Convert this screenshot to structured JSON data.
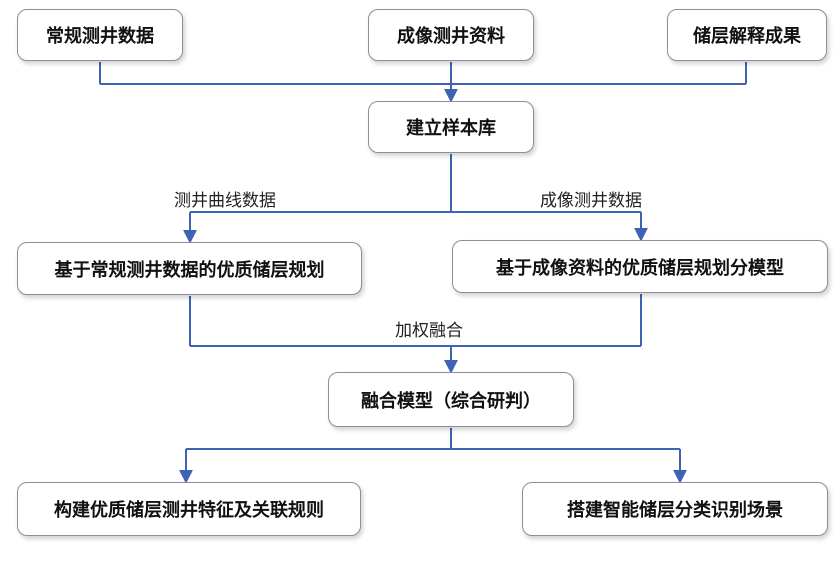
{
  "nodes": {
    "conventional_logging": "常规测井数据",
    "imaging_logging": "成像测井资料",
    "reservoir_interpretation": "储层解释成果",
    "sample_library": "建立样本库",
    "conventional_planning": "基于常规测井数据的优质储层规划",
    "imaging_planning": "基于成像资料的优质储层规划分模型",
    "fusion_model": "融合模型（综合研判）",
    "build_rules": "构建优质储层测井特征及关联规则",
    "build_scenario": "搭建智能储层分类识别场景"
  },
  "edge_labels": {
    "logging_curve_data": "测井曲线数据",
    "imaging_logging_data": "成像测井数据",
    "weighted_fusion": "加权融合"
  },
  "colors": {
    "connector": "#3f63b4",
    "box_border": "#8a8f98"
  }
}
